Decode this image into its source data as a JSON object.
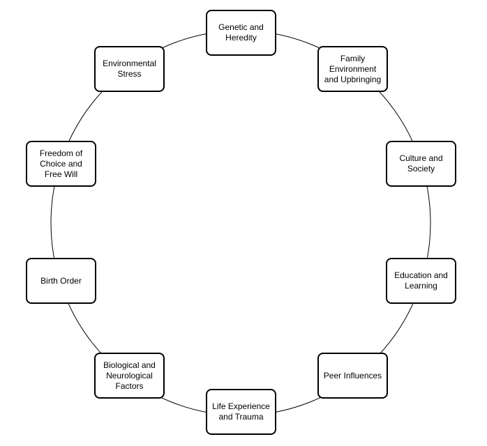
{
  "diagram": {
    "nodes": [
      {
        "label": "Genetic and\nHeredity"
      },
      {
        "label": "Family\nEnvironment\nand Upbringing"
      },
      {
        "label": "Culture and\nSociety"
      },
      {
        "label": "Education and\nLearning"
      },
      {
        "label": "Peer Influences"
      },
      {
        "label": "Life Experience\nand Trauma"
      },
      {
        "label": "Biological and\nNeurological\nFactors"
      },
      {
        "label": "Birth Order"
      },
      {
        "label": "Freedom of\nChoice and\nFree Will"
      },
      {
        "label": "Environmental\nStress"
      }
    ]
  }
}
